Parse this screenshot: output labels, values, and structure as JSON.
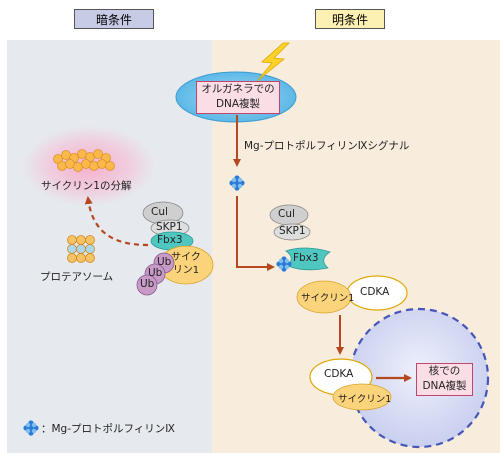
{
  "headers": {
    "dark": "暗条件",
    "light": "明条件"
  },
  "labels": {
    "organelle_dna_line1": "オルガネラでの",
    "organelle_dna_line2": "DNA複製",
    "mg_signal": "Mg-プロトポルフィリンⅨシグナル",
    "cyclin_degradation": "サイクリン1の分解",
    "proteasome": "プロテアソーム",
    "cul": "Cul",
    "skp1": "SKP1",
    "fbx3": "Fbx3",
    "ub": "Ub",
    "cyclin1_line1": "サイク",
    "cyclin1_line2": "リン1",
    "cyclin1": "サイクリン1",
    "cdka": "CDKA",
    "nuclear_dna_line1": "核での",
    "nuclear_dna_line2": "DNA複製",
    "legend": "：Mg-プロトポルフィリンⅨ"
  },
  "colors": {
    "dark_panel": "#e6e9ee",
    "light_panel": "#f8ecdc",
    "arrow": "#b5481f",
    "cyclin": "#fbd37a",
    "cul": "#cfcfcf",
    "fbx3": "#4fc7c0",
    "ub": "#c79ac8",
    "nucleus": "#cfd6f2",
    "mgp": "#2e7bd6"
  }
}
